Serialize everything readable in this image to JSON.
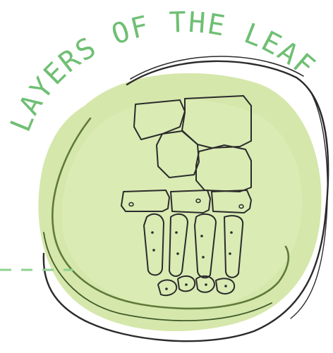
{
  "title": "LAYERS OF THE LEAF",
  "colors": {
    "leaf_fill": "#cfe3a0",
    "leaf_fill_light": "#dbebb7",
    "title_green": "#6fbf73",
    "ink": "#2b2b2b",
    "dash_green": "#8fd18f"
  },
  "icons": {
    "leaf_disc": "leaf-cross-section-disc",
    "cells": "plant-cell-layers"
  }
}
